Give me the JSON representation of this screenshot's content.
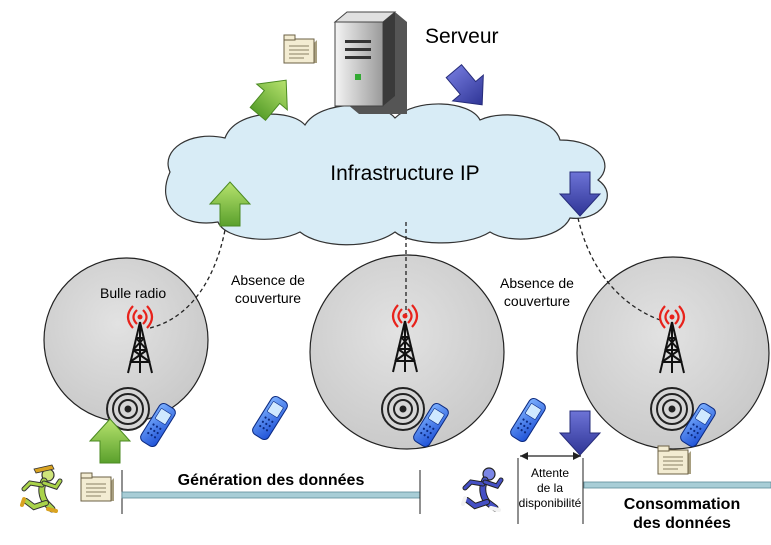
{
  "server": {
    "label": "Serveur",
    "icon": "server-icon"
  },
  "infrastructure": {
    "label": "Infrastructure IP",
    "icon": "cloud-icon"
  },
  "radio_bubble": {
    "label": "Bulle radio"
  },
  "no_coverage_left": {
    "line1": "Absence de",
    "line2": "couverture"
  },
  "no_coverage_right": {
    "line1": "Absence de",
    "line2": "couverture"
  },
  "generation": {
    "label": "Génération des données"
  },
  "wait": {
    "line1": "Attente",
    "line2": "de la",
    "line3": "disponibilité"
  },
  "consumption": {
    "line1": "Consommation",
    "line2": "des données"
  },
  "colors": {
    "upload_arrow": "#8bc53f",
    "download_arrow": "#4a4fb0",
    "cloud_fill": "#d8ecf6",
    "cell_fill": "#d0d0d0",
    "signal_red": "#e8221b",
    "timeline": "#8fb9c4"
  },
  "icons": [
    "server-icon",
    "file-icon",
    "cloud-icon",
    "antenna-tower-icon",
    "mobile-phone-icon",
    "runner-icon"
  ]
}
